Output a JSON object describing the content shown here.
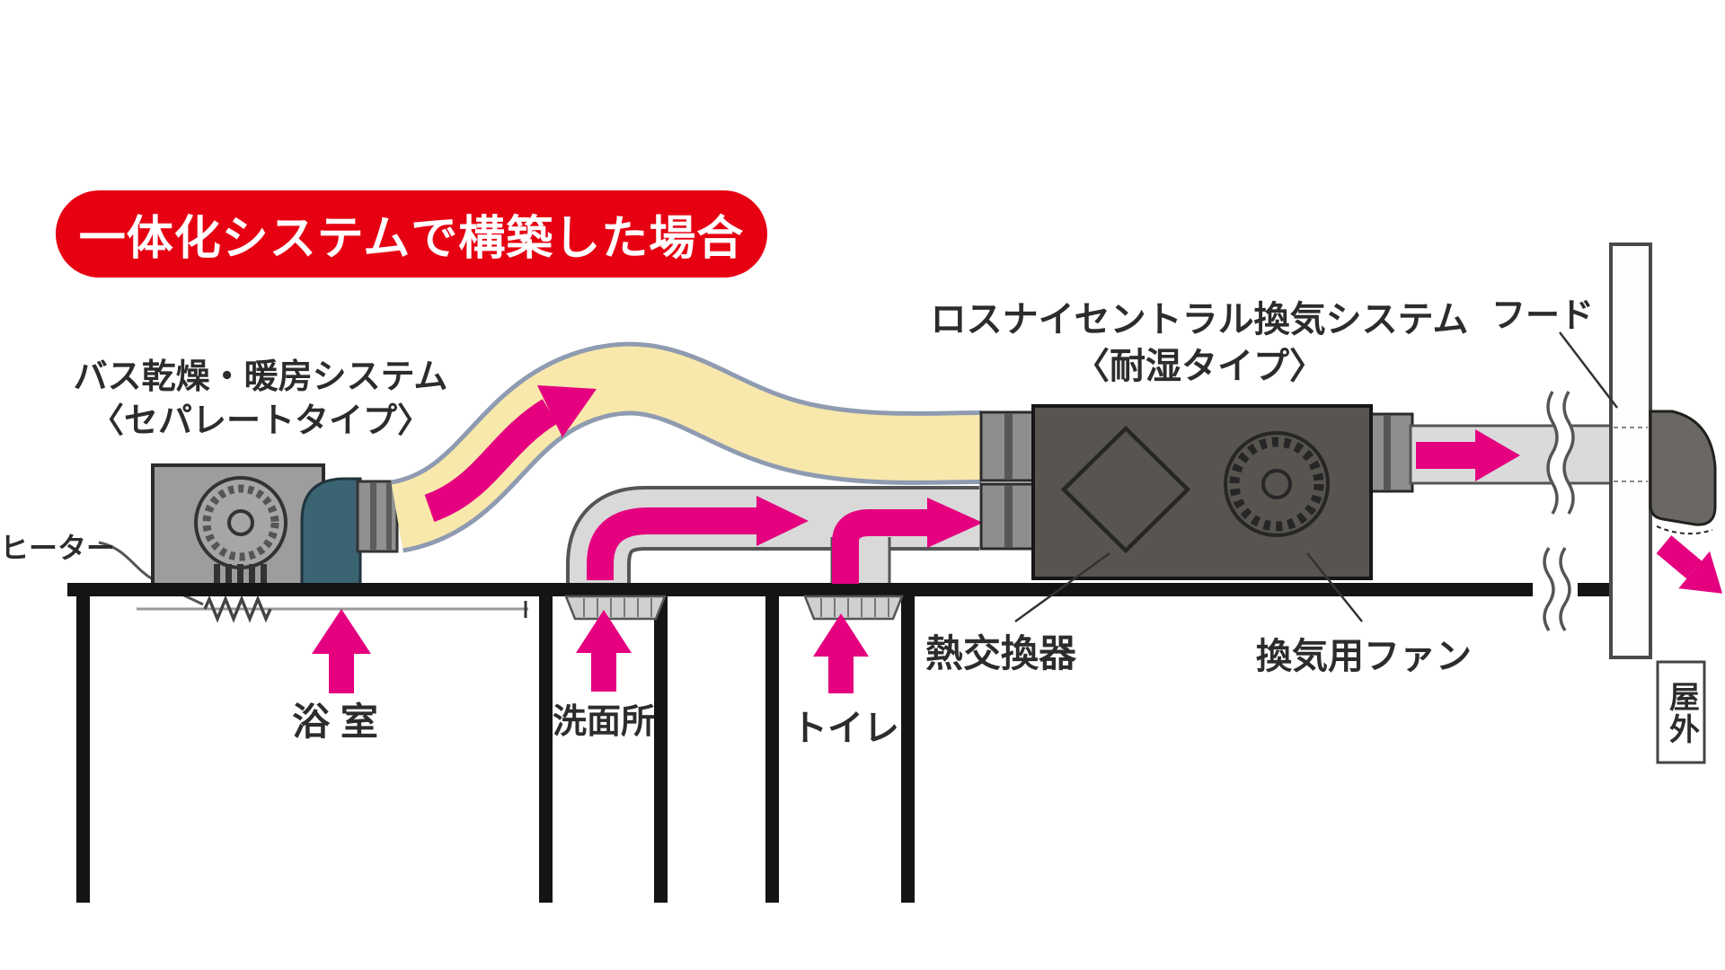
{
  "banner": {
    "text": "一体化システムで構築した場合",
    "bg_color": "#e60012",
    "text_color": "#ffffff"
  },
  "labels": {
    "bath_system_line1": "バス乾燥・暖房システム",
    "bath_system_line2": "〈セパレートタイプ〉",
    "lossnay_line1": "ロスナイセントラル換気システム",
    "lossnay_line2": "〈耐湿タイプ〉",
    "hood": "フード",
    "heater": "ヒーター",
    "bathroom": "浴 室",
    "washroom": "洗面所",
    "toilet": "トイレ",
    "heat_exchanger": "熱交換器",
    "ventilation_fan": "換気用ファン",
    "outdoor": "屋外"
  },
  "colors": {
    "banner_red": "#e60012",
    "airflow_pink": "#e4007f",
    "duct_cream": "#f8e8ac",
    "duct_teal": "#3b6473",
    "bath_unit_gray": "#9d9d9d",
    "lossnay_dark_gray": "#585450",
    "duct_light_gray": "#d9d9d9",
    "structure_black": "#141414"
  },
  "components": [
    "bath-drying-heating-unit",
    "teal-elbow-duct",
    "supply-duct",
    "lossnay-central-ventilation-unit",
    "heat-exchanger",
    "ventilation-fan",
    "exhaust-duct",
    "exterior-wall",
    "exhaust-hood",
    "ceiling",
    "room-walls",
    "vent-grilles",
    "airflow-arrows"
  ]
}
